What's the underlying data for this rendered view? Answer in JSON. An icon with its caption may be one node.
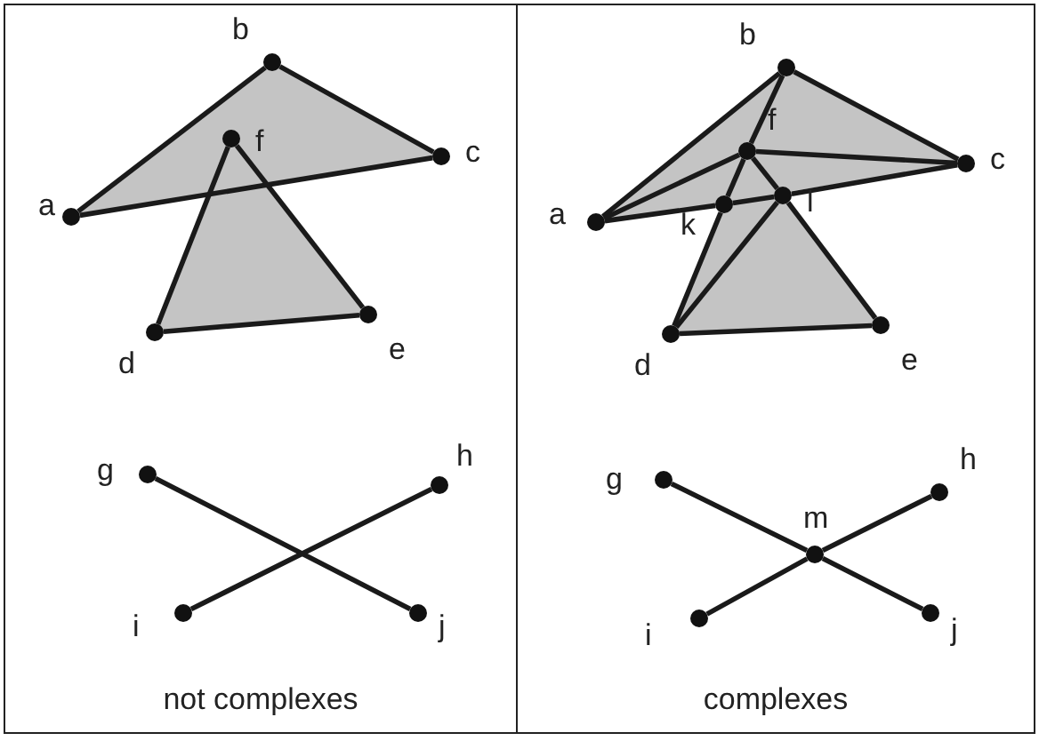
{
  "diagram": {
    "nodes": [
      {
        "text": [
          "not complexes"
        ]
      },
      {
        "text": [
          "a"
        ],
        "in": 0
      },
      {
        "text": [
          "b"
        ],
        "in": 0
      },
      {
        "text": [
          "c"
        ],
        "in": 0
      },
      {
        "text": [
          "d"
        ],
        "in": 0
      },
      {
        "text": [
          "e"
        ],
        "in": 0
      },
      {
        "text": [
          "f"
        ],
        "in": 0
      },
      {
        "text": [
          "g"
        ],
        "in": 0
      },
      {
        "text": [
          "h"
        ],
        "in": 0
      },
      {
        "text": [
          "i"
        ],
        "in": 0
      },
      {
        "text": [
          "j"
        ],
        "in": 0
      },
      {
        "text": [
          "complexes"
        ]
      },
      {
        "text": [
          "a"
        ],
        "in": 11
      },
      {
        "text": [
          "b"
        ],
        "in": 11
      },
      {
        "text": [
          "c"
        ],
        "in": 11
      },
      {
        "text": [
          "d"
        ],
        "in": 11
      },
      {
        "text": [
          "e"
        ],
        "in": 11
      },
      {
        "text": [
          "f"
        ],
        "in": 11
      },
      {
        "text": [
          "k"
        ],
        "in": 11
      },
      {
        "text": [
          "l"
        ],
        "in": 11
      },
      {
        "text": [
          "g"
        ],
        "in": 11
      },
      {
        "text": [
          "h"
        ],
        "in": 11
      },
      {
        "text": [
          "i"
        ],
        "in": 11
      },
      {
        "text": [
          "j"
        ],
        "in": 11
      },
      {
        "text": [
          "m"
        ],
        "in": 11
      }
    ],
    "edges": [
      {
        "from": 1,
        "to": 2,
        "arrow": "none"
      },
      {
        "from": 2,
        "to": 3,
        "arrow": "none"
      },
      {
        "from": 1,
        "to": 3,
        "arrow": "none"
      },
      {
        "from": 6,
        "to": 4,
        "arrow": "none"
      },
      {
        "from": 4,
        "to": 5,
        "arrow": "none"
      },
      {
        "from": 5,
        "to": 6,
        "arrow": "none"
      },
      {
        "from": 7,
        "to": 10,
        "arrow": "none"
      },
      {
        "from": 8,
        "to": 9,
        "arrow": "none"
      },
      {
        "from": 12,
        "to": 13,
        "arrow": "none"
      },
      {
        "from": 13,
        "to": 14,
        "arrow": "none"
      },
      {
        "from": 12,
        "to": 18,
        "arrow": "none"
      },
      {
        "from": 18,
        "to": 19,
        "arrow": "none"
      },
      {
        "from": 19,
        "to": 14,
        "arrow": "none"
      },
      {
        "from": 13,
        "to": 17,
        "arrow": "none"
      },
      {
        "from": 12,
        "to": 17,
        "arrow": "none"
      },
      {
        "from": 17,
        "to": 14,
        "arrow": "none"
      },
      {
        "from": 17,
        "to": 18,
        "arrow": "none"
      },
      {
        "from": 17,
        "to": 19,
        "arrow": "none"
      },
      {
        "from": 18,
        "to": 15,
        "arrow": "none"
      },
      {
        "from": 19,
        "to": 15,
        "arrow": "none"
      },
      {
        "from": 19,
        "to": 16,
        "arrow": "none"
      },
      {
        "from": 15,
        "to": 16,
        "arrow": "none"
      },
      {
        "from": 20,
        "to": 24,
        "arrow": "none"
      },
      {
        "from": 24,
        "to": 23,
        "arrow": "none"
      },
      {
        "from": 21,
        "to": 24,
        "arrow": "none"
      },
      {
        "from": 24,
        "to": 22,
        "arrow": "none"
      }
    ]
  }
}
